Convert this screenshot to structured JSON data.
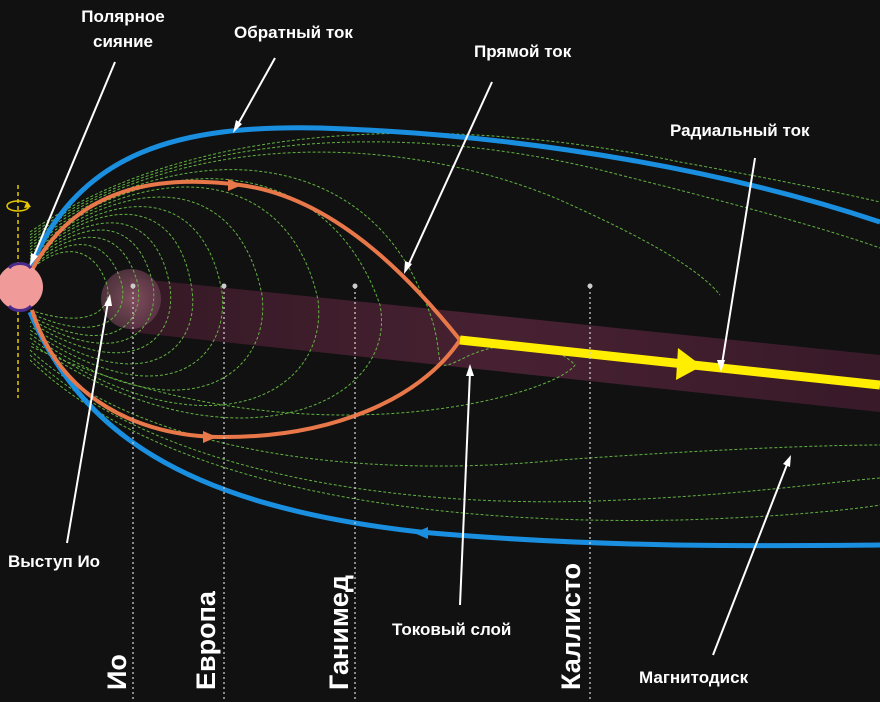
{
  "labels": {
    "aurora_line1": "Полярное",
    "aurora_line2": "сияние",
    "return_current": "Обратный ток",
    "direct_current": "Прямой ток",
    "radial_current": "Радиальный ток",
    "io_torus": "Выступ Ио",
    "current_sheet": "Токовый слой",
    "magnetodisk": "Магнитодиск"
  },
  "moons": [
    "Ио",
    "Европа",
    "Ганимед",
    "Каллисто"
  ],
  "colors": {
    "background": "#111111",
    "return_current": "#1a8fe0",
    "direct_current": "#e8784a",
    "radial_current": "#ffee00",
    "field_lines": "#66bb44",
    "current_sheet": "#4a2233",
    "planet": "#f09a9a",
    "io_torus": "#8a5a6a",
    "rotation_axis": "#e8c800"
  },
  "icons": [
    "rotation-arrow-icon"
  ]
}
